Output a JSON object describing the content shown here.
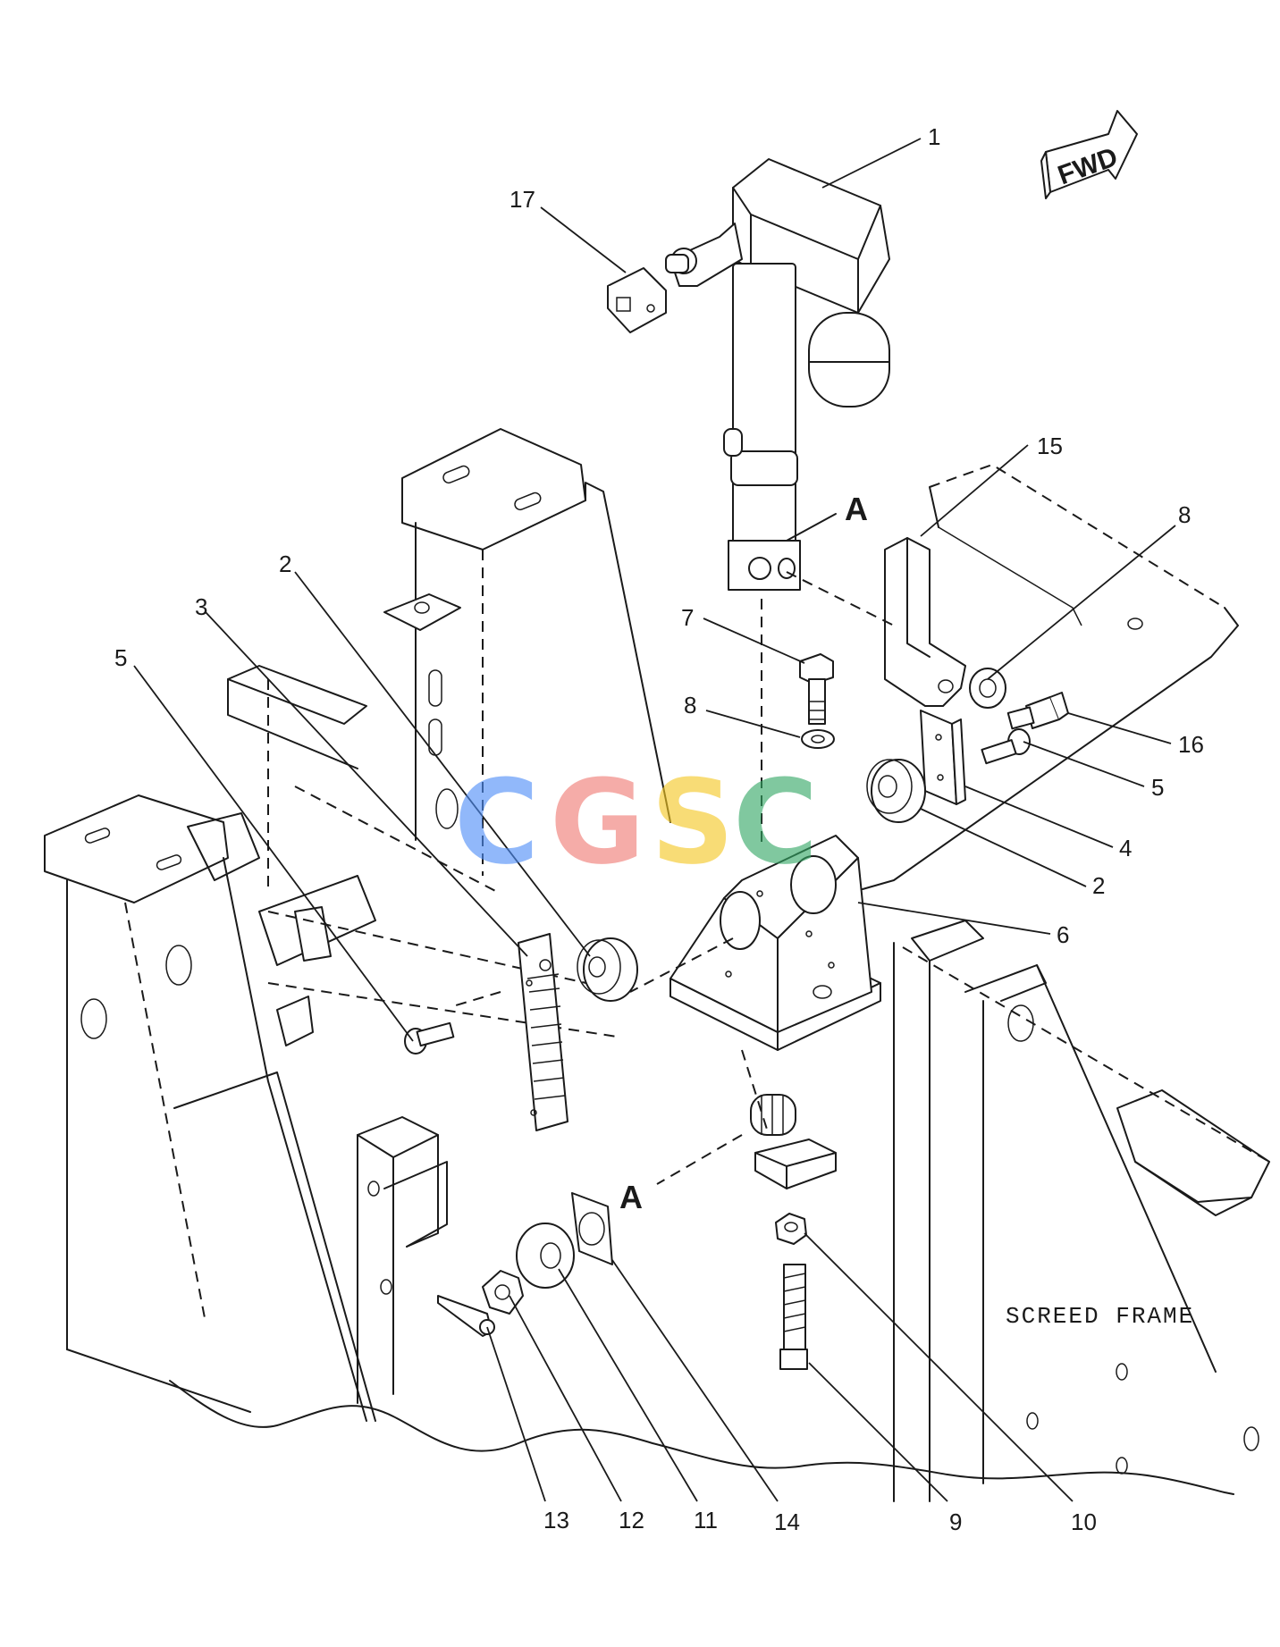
{
  "direction_arrow": {
    "label": "FWD"
  },
  "frame_label": "SCREED FRAME",
  "section_letters": [
    "A",
    "A"
  ],
  "watermark": {
    "letters": [
      {
        "char": "C",
        "color": "#4f8ef7"
      },
      {
        "char": "G",
        "color": "#f07a73"
      },
      {
        "char": "S",
        "color": "#f5c823"
      },
      {
        "char": "C",
        "color": "#34a865"
      }
    ]
  },
  "callouts": [
    "1",
    "17",
    "15",
    "8",
    "2",
    "3",
    "5",
    "7",
    "8",
    "16",
    "5",
    "4",
    "2",
    "6",
    "13",
    "12",
    "11",
    "14",
    "9",
    "10"
  ],
  "colors": {
    "line": "#1a1a1a",
    "background": "#ffffff"
  }
}
